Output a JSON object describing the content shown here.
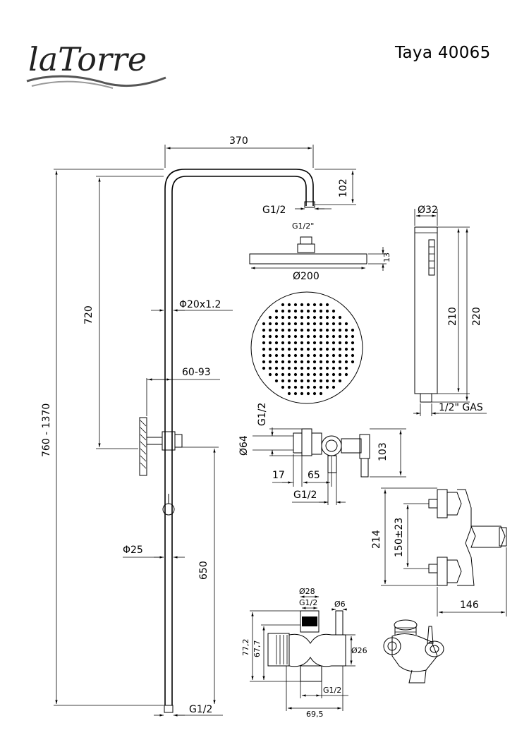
{
  "header": {
    "logo_text": "laTorre",
    "model": "Taya 40065"
  },
  "dimensions": {
    "d370": "370",
    "d102": "102",
    "d720": "720",
    "d760_1370": "760 - 1370",
    "d650": "650",
    "phi20": "Φ20x1.2",
    "d60_93": "60-93",
    "phi25": "Φ25",
    "g12_arm": "G1/2",
    "g12_arm_small": "G1/2\"",
    "g12_bottom": "G1/2",
    "head_d200": "Ø200",
    "head_13": "13",
    "hand_d32": "Ø32",
    "hand_210": "210",
    "hand_220": "220",
    "hand_gas": "1/2\" GAS",
    "mixer_g12_v": "G1/2",
    "mixer_d64": "Ø64",
    "mixer_103": "103",
    "mixer_17": "17",
    "mixer_65": "65",
    "mixer_g12_b": "G1/2",
    "tap_214": "214",
    "tap_150": "150±23",
    "tap_146": "146",
    "div_d28": "Ø28",
    "div_g12_top": "G1/2",
    "div_d6": "Ø6",
    "div_772": "77,2",
    "div_677": "67,7",
    "div_d26": "Ø26",
    "div_g12_bot": "G1/2",
    "div_695": "69,5"
  }
}
